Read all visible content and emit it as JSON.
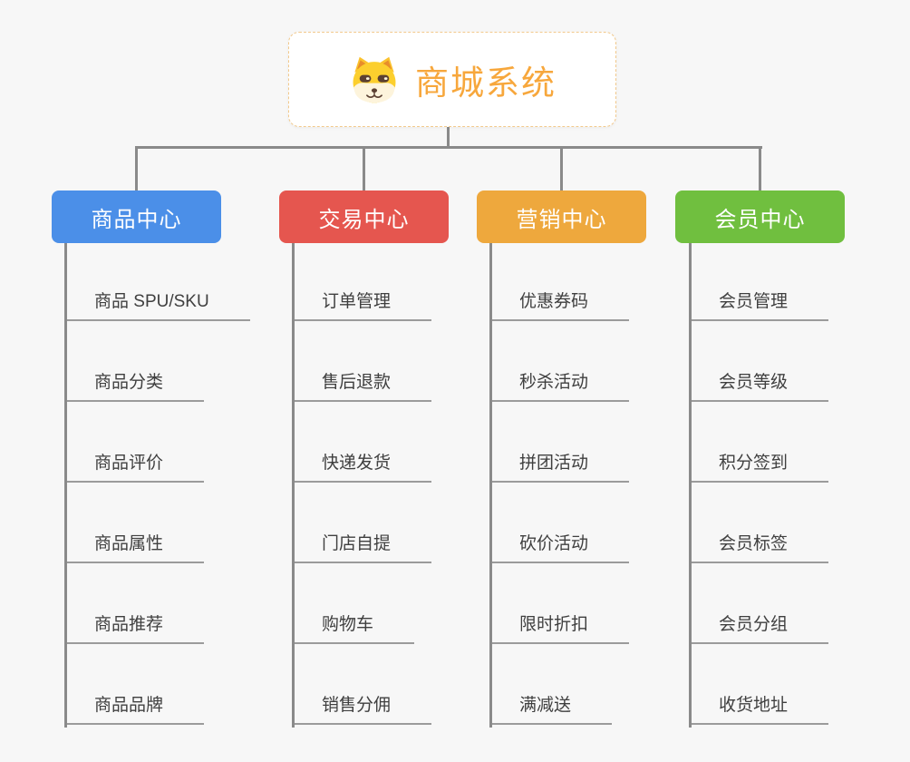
{
  "root": {
    "title": "商城系统",
    "icon": "dog-face-icon"
  },
  "branches": [
    {
      "label": "商品中心",
      "color": "#4b8fe8",
      "items": [
        "商品 SPU/SKU",
        "商品分类",
        "商品评价",
        "商品属性",
        "商品推荐",
        "商品品牌"
      ]
    },
    {
      "label": "交易中心",
      "color": "#e5564f",
      "items": [
        "订单管理",
        "售后退款",
        "快递发货",
        "门店自提",
        "购物车",
        "销售分佣"
      ]
    },
    {
      "label": "营销中心",
      "color": "#eea83d",
      "items": [
        "优惠券码",
        "秒杀活动",
        "拼团活动",
        "砍价活动",
        "限时折扣",
        "满减送"
      ]
    },
    {
      "label": "会员中心",
      "color": "#70bf3f",
      "items": [
        "会员管理",
        "会员等级",
        "积分签到",
        "会员标签",
        "会员分组",
        "收货地址"
      ]
    }
  ],
  "colors": {
    "background": "#f7f7f7",
    "connector": "#8a8a8a",
    "leaf_underline": "#9b9b9b",
    "leaf_text": "#3f3f3f",
    "root_text": "#f7a73c",
    "root_border": "#f2c98c"
  }
}
